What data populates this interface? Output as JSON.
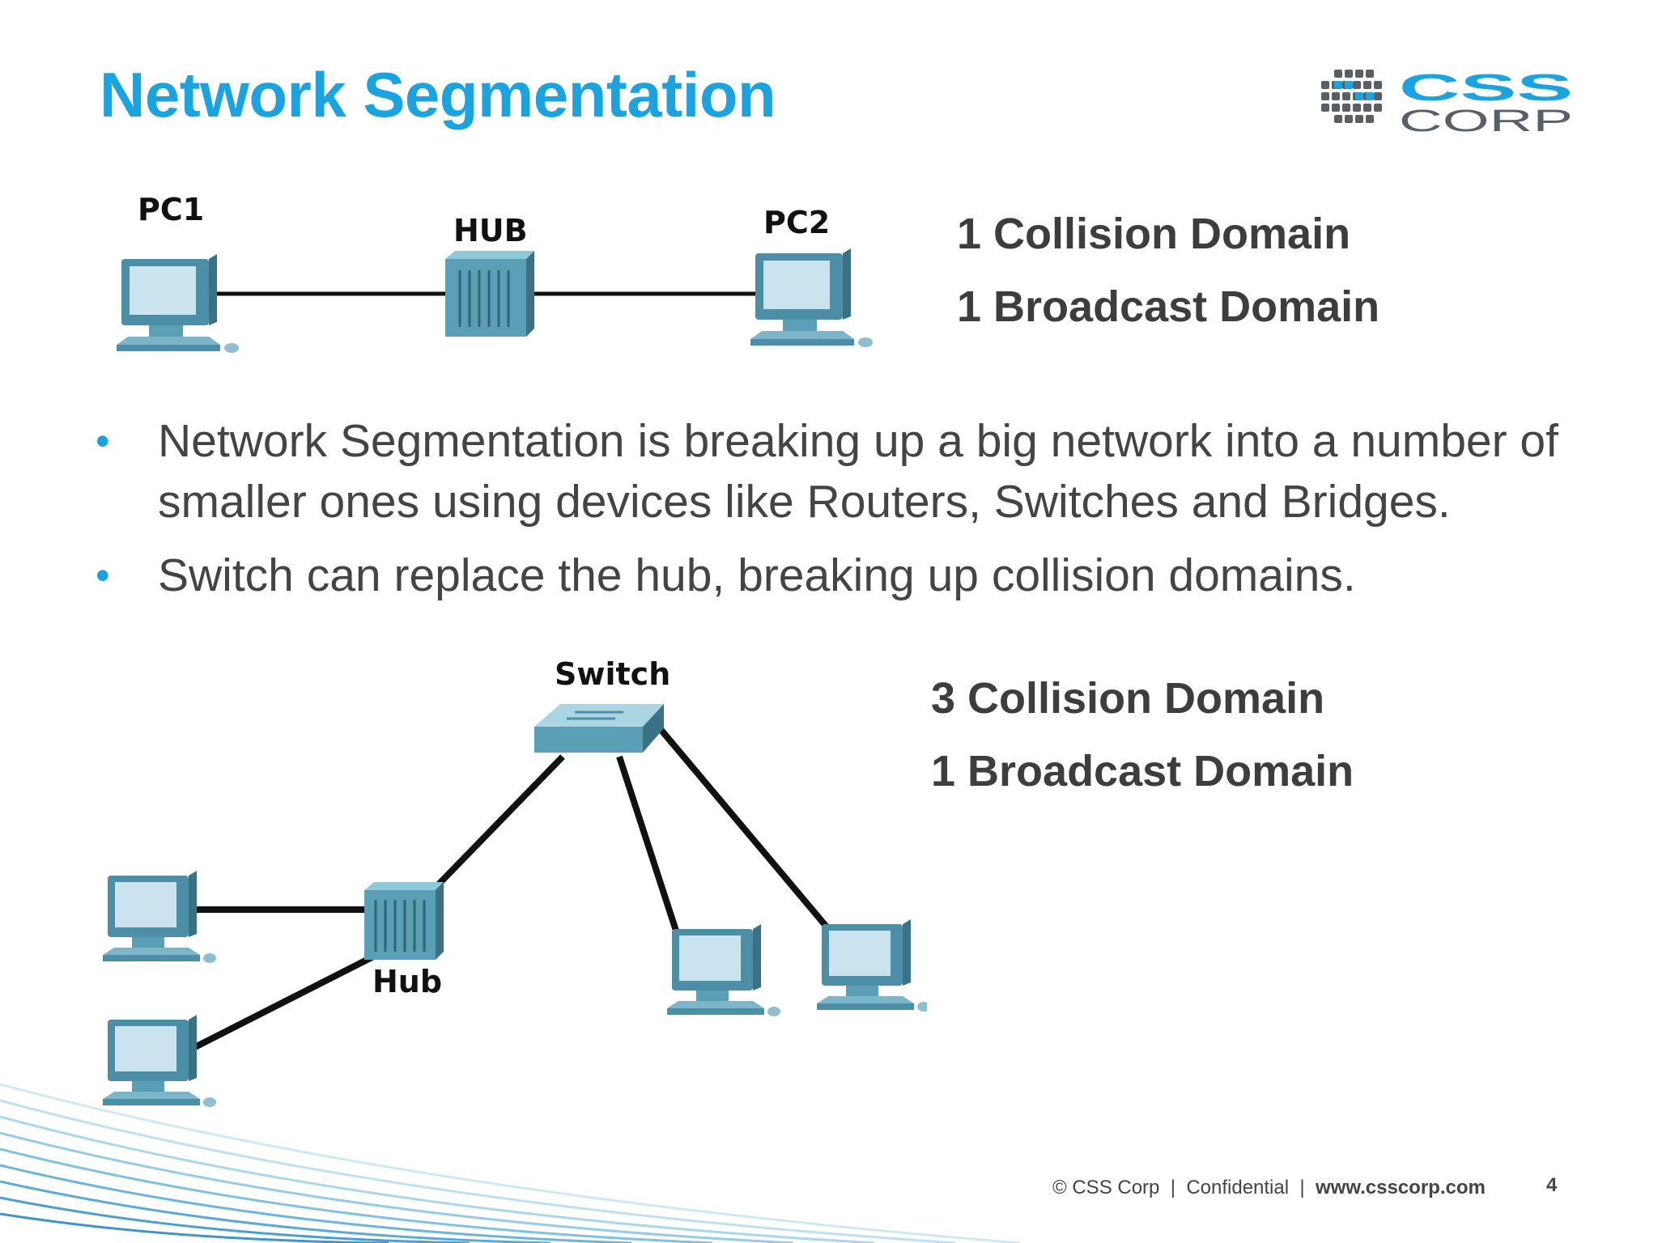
{
  "slide": {
    "title": "Network Segmentation",
    "page_number": "4"
  },
  "logo": {
    "line1": "CSS",
    "line2": "CORP"
  },
  "top_diagram": {
    "labels": {
      "pc1": "PC1",
      "hub": "HUB",
      "pc2": "PC2"
    },
    "domains": [
      "1 Collision Domain",
      "1 Broadcast Domain"
    ]
  },
  "bullets": [
    "Network Segmentation is breaking up a big network into a number of smaller ones using devices like Routers, Switches and Bridges.",
    "Switch can replace the hub, breaking up collision domains."
  ],
  "bottom_diagram": {
    "labels": {
      "switch": "Switch",
      "hub": "Hub"
    },
    "domains": [
      "3 Collision Domain",
      "1 Broadcast Domain"
    ]
  },
  "footer": {
    "copyright": "© CSS Corp",
    "separator": "|",
    "confidential": "Confidential",
    "website": "www.csscorp.com"
  },
  "colors": {
    "title": "#1ba3e0",
    "body_text": "#444444",
    "device": "#5a9fb5",
    "bullet": "#1ba3e0"
  }
}
